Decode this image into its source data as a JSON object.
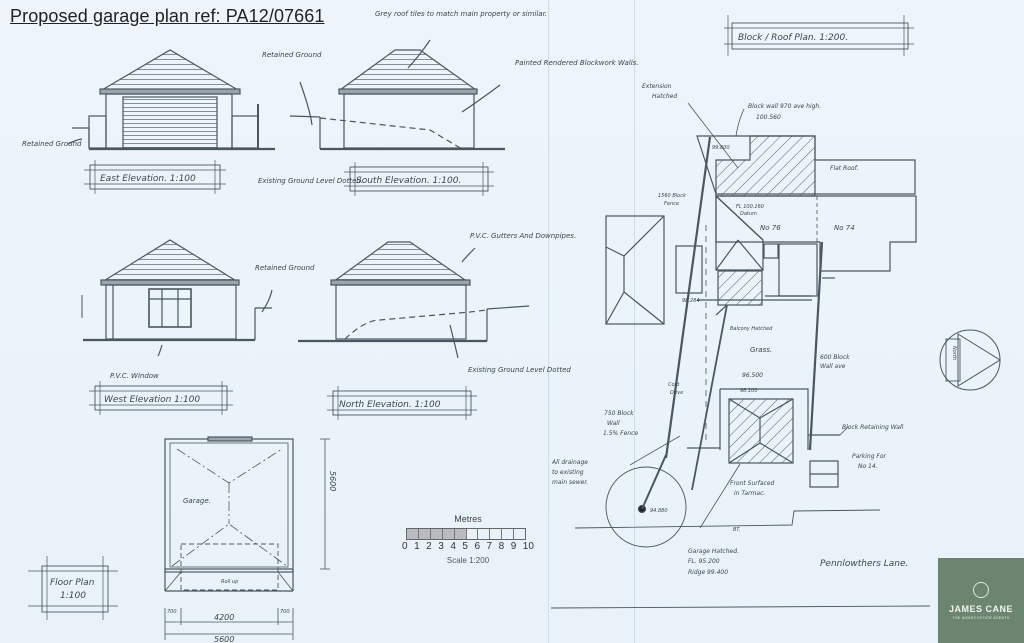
{
  "title": "Proposed garage plan ref: PA12/07661",
  "elevations": {
    "east": {
      "label": "East Elevation. 1:100",
      "notes": [
        "Retained Ground",
        "Retained Ground",
        "Existing Ground Level Dotted."
      ]
    },
    "south": {
      "label": "South Elevation. 1:100.",
      "notes": [
        "Grey roof tiles to match main property or similar.",
        "Painted Rendered Blockwork Walls."
      ]
    },
    "west": {
      "label": "West Elevation 1:100",
      "notes": [
        "Retained Ground",
        "P.V.C. Window"
      ]
    },
    "north": {
      "label": "North Elevation. 1:100",
      "notes": [
        "P.V.C. Gutters And Downpipes.",
        "Existing Ground Level Dotted"
      ]
    }
  },
  "floor_plan": {
    "label_line1": "Floor Plan",
    "label_line2": "1:100",
    "room": "Garage.",
    "door_note": "Roll up",
    "depth": "5600",
    "inner_width": "4200",
    "outer_width": "5600",
    "left_offset": "700",
    "right_offset": "700"
  },
  "scale_bar": {
    "title": "Metres",
    "ticks": [
      "0",
      "1",
      "2",
      "3",
      "4",
      "5",
      "6",
      "7",
      "8",
      "9",
      "10"
    ],
    "caption": "Scale 1:200"
  },
  "block_plan": {
    "label": "Block / Roof Plan. 1:200.",
    "notes": {
      "extension": [
        "Extension",
        "Hatched"
      ],
      "block_wall": [
        "Block wall 970 ave high.",
        "100.560"
      ],
      "level_99_800": "99.800",
      "flat_roof": "Flat Roof.",
      "fence": [
        "1560 Block",
        "Fence"
      ],
      "fl_level": [
        "FL 100.160",
        "Datum"
      ],
      "house_76": "No 76",
      "house_74": "No 74",
      "level_98_284": "98.284",
      "balcony": "Balcony Hatched",
      "grass": "Grass.",
      "wall_600": [
        "600 Block",
        "Wall ave"
      ],
      "level_96_500": "96.500",
      "level_98_100": "98.100",
      "cold_drive": [
        "Cold",
        "Drive"
      ],
      "wall_750": [
        "750 Block",
        "Wall",
        "1.5% Fence"
      ],
      "retaining_wall": "Block Retaining Wall",
      "parking": [
        "Parking For",
        "No 14."
      ],
      "drainage": [
        "All drainage",
        "to existing",
        "main sewer."
      ],
      "level_94_880": "94.880",
      "front_surfaced": [
        "Front Surfaced",
        "in Tarmac."
      ],
      "bt": "BT.",
      "garage_hatched": [
        "Garage Hatched.",
        "FL. 95.200",
        "Ridge 99.400"
      ],
      "lane": "Pennlowthers Lane.",
      "north": "North"
    }
  },
  "logo": {
    "name": "JAMES CANE",
    "tagline": "THE HOMES ESTATE AGENTS",
    "color": "#6b8570"
  }
}
